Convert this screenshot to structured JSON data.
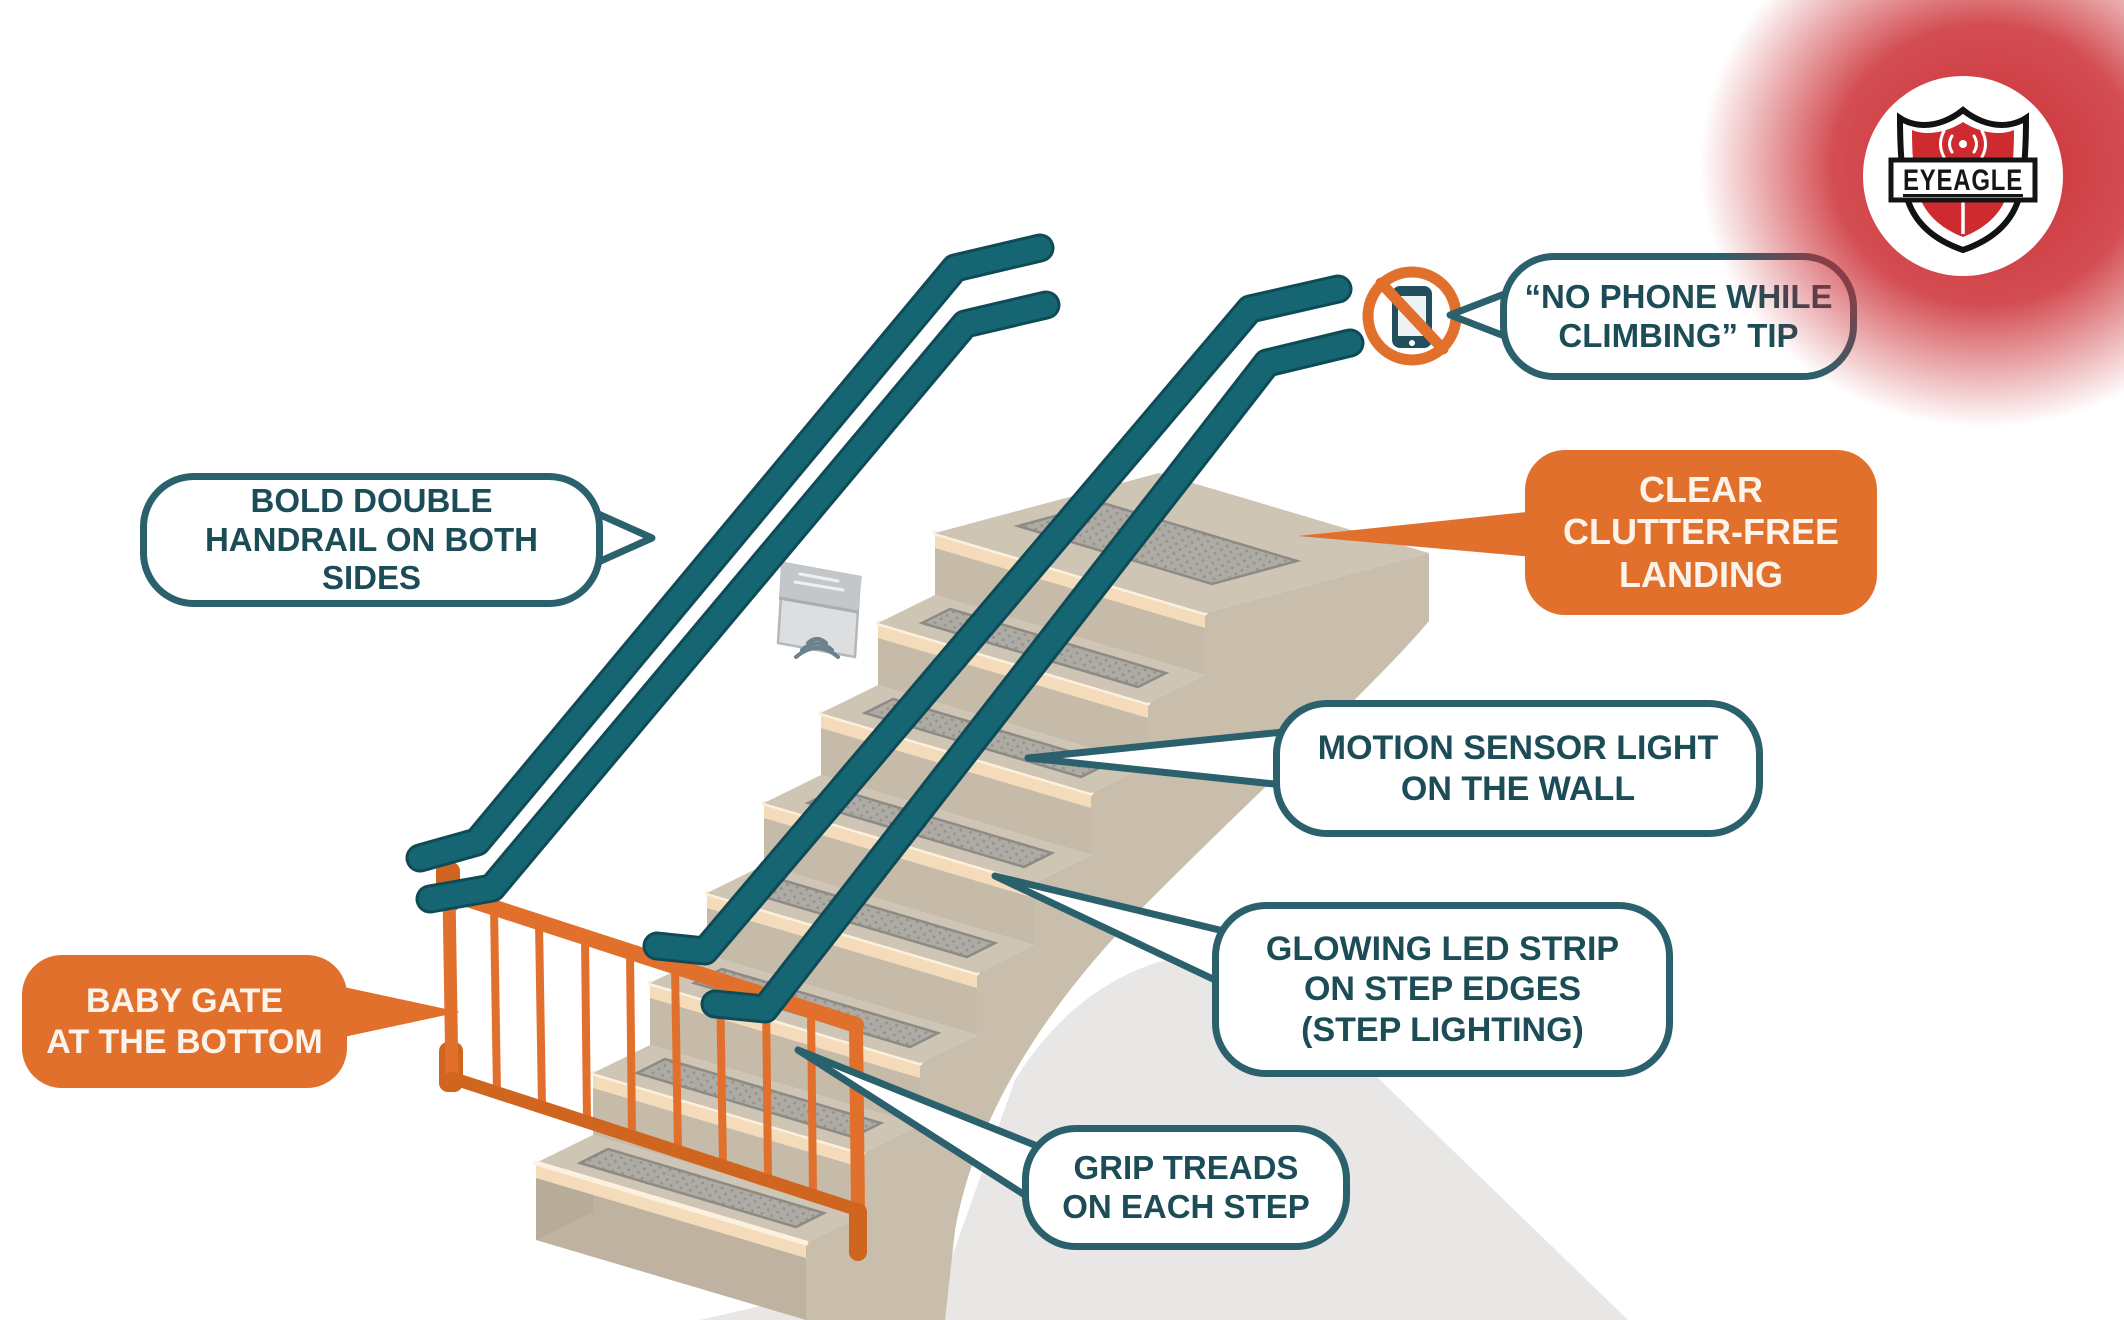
{
  "brand": {
    "name": "EYEAGLE"
  },
  "colors": {
    "teal": "#166573",
    "teal_rim": "#0e4b57",
    "teal_border": "#2a616c",
    "text_teal": "#1c4d57",
    "orange": "#e2702d",
    "gate": "#e2702d",
    "gate_dark": "#cf651f",
    "red": "#ce2b31",
    "step_top": "#cfc5b5",
    "step_face": "#c6baa9",
    "wall": "#c9bdac",
    "led": "#f4dcbb",
    "led_hi": "#fcf0de",
    "tread": "#aeaba4",
    "side_dark": "#b7ab99",
    "base_face": "#bfb2a0",
    "shadow": "#e8e7e5",
    "sensor": "#dcdee0",
    "sensor_dark": "#c3c7ca"
  },
  "callouts": {
    "handrail": {
      "label": "BOLD DOUBLE\nHANDRAIL ON BOTH SIDES"
    },
    "no_phone": {
      "label": "“NO PHONE WHILE\nCLIMBING” TIP"
    },
    "landing": {
      "label": "CLEAR\nCLUTTER-FREE\nLANDING"
    },
    "motion_sensor": {
      "label": "MOTION SENSOR LIGHT\nON THE WALL"
    },
    "led_strip": {
      "label": "GLOWING LED STRIP\nON STEP EDGES\n(STEP LIGHTING)"
    },
    "grip_treads": {
      "label": "GRIP TREADS\nON EACH STEP"
    },
    "baby_gate": {
      "label": "BABY GATE\nAT THE BOTTOM"
    }
  }
}
